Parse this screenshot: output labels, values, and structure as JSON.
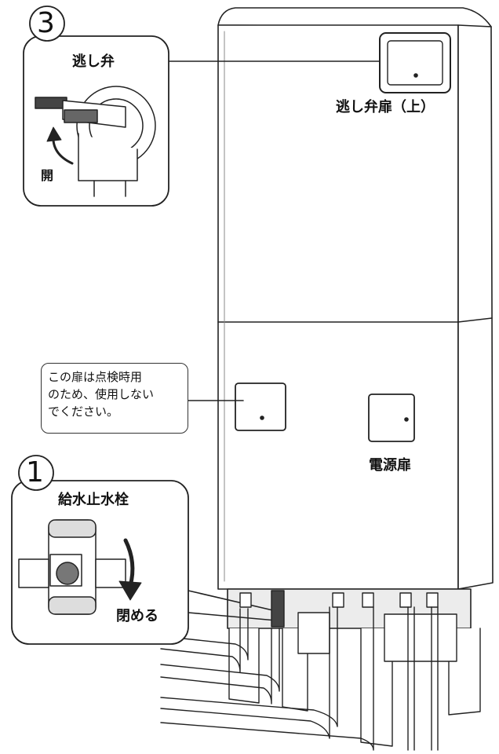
{
  "callouts": {
    "relief_valve": {
      "number": "3",
      "title": "逃し弁",
      "open_label": "開"
    },
    "water_stop": {
      "number": "1",
      "title": "給水止水栓",
      "close_label": "閉める"
    }
  },
  "labels": {
    "relief_valve_door": "逃し弁扉（上）",
    "power_door": "電源扉"
  },
  "note": {
    "lines": [
      "この扉は点検時用",
      "のため、使用しない",
      "でください。"
    ]
  }
}
